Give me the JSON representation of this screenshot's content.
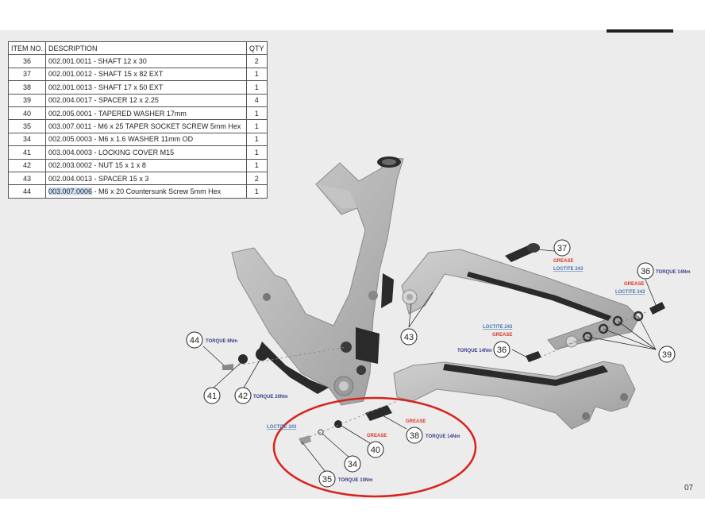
{
  "page_number": "07",
  "table": {
    "headers": {
      "item": "ITEM NO.",
      "description": "DESCRIPTION",
      "qty": "QTY"
    },
    "rows": [
      {
        "item": "36",
        "code": "",
        "description": "002.001.0011 - SHAFT 12 x 30",
        "qty": "2"
      },
      {
        "item": "37",
        "code": "",
        "description": "002.001.0012 - SHAFT 15 x 82 EXT",
        "qty": "1"
      },
      {
        "item": "38",
        "code": "",
        "description": "002.001.0013 - SHAFT 17 x 50 EXT",
        "qty": "1"
      },
      {
        "item": "39",
        "code": "",
        "description": "002.004.0017 - SPACER 12 x 2.25",
        "qty": "4"
      },
      {
        "item": "40",
        "code": "",
        "description": "002.005.0001 - TAPERED WASHER 17mm",
        "qty": "1"
      },
      {
        "item": "35",
        "code": "",
        "description": "003.007.0011 - M6 x 25 TAPER SOCKET SCREW 5mm Hex",
        "qty": "1"
      },
      {
        "item": "34",
        "code": "",
        "description": "002.005.0003 - M6 x 1.6 WASHER 11mm OD",
        "qty": "1"
      },
      {
        "item": "41",
        "code": "",
        "description": "003.004.0003 - LOCKING COVER M15",
        "qty": "1"
      },
      {
        "item": "42",
        "code": "",
        "description": "002.003.0002 - NUT 15 x 1 x 8",
        "qty": "1"
      },
      {
        "item": "43",
        "code": "",
        "description": "002.004.0013 - SPACER 15 x 3",
        "qty": "2"
      },
      {
        "item": "44",
        "code": "003.007.0006",
        "description": " - M6 x 20 Countersunk Screw 5mm Hex",
        "qty": "1"
      }
    ]
  },
  "callouts": {
    "c37": "37",
    "c36a": "36",
    "c43": "43",
    "c36b": "36",
    "c39": "39",
    "c44": "44",
    "c41": "41",
    "c42": "42",
    "c38": "38",
    "c40": "40",
    "c34": "34",
    "c35": "35"
  },
  "labels": {
    "grease": "GREASE",
    "loctite": "LOCTITE 243",
    "torque_14": "TORQUE 14Nm",
    "torque_8": "TORQUE 8Nm",
    "torque_20": "TORQUE 20Nm",
    "torque_10": "TORQUE 10Nm"
  },
  "colors": {
    "highlight_ellipse": "#d7231d",
    "grease": "#d8362a",
    "loctite": "#4a77b4",
    "torque": "#3b3f8a",
    "frame": "#b9b9b9",
    "hardware": "#2a2a2a"
  }
}
